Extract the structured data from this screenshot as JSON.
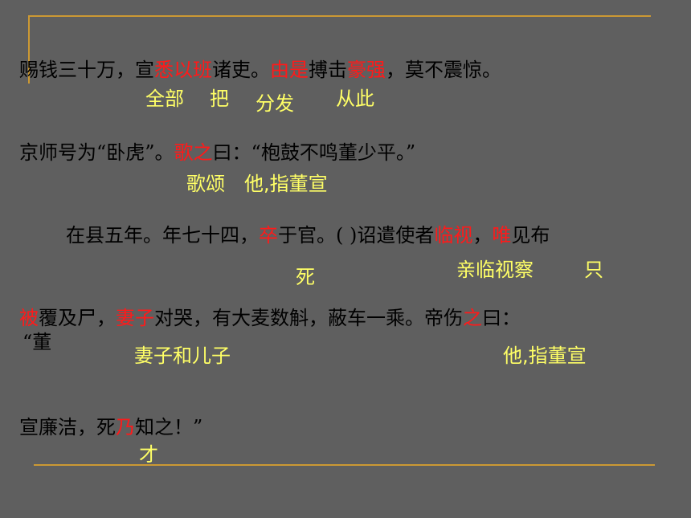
{
  "slide": {
    "line1": {
      "p1": "赐钱三十万，宣",
      "h1": "悉以班",
      "p2": "诸吏。",
      "h2": "由是",
      "p3": "搏击",
      "h3": "豪强",
      "p4": "，莫不震惊。"
    },
    "line1_notes": [
      "全部",
      "把",
      "分发",
      "从此"
    ],
    "line2": {
      "p1": "京师号为“卧虎”。",
      "h1": "歌之",
      "p2": "曰：“枹鼓不鸣董少平。”"
    },
    "line2_notes": [
      "歌颂",
      "他,指董宣"
    ],
    "line3": {
      "p1": "在县五年。年七十四，",
      "h1": "卒",
      "p2": "于官。(  )诏遣使者",
      "h2": "临视",
      "p3": "，",
      "h3": "唯",
      "p4": "见布"
    },
    "line3_notes": [
      "死",
      "亲临视察",
      "只"
    ],
    "line4": {
      "h1": "被",
      "p1": "覆及尸，",
      "h2": "妻子",
      "p2": "对哭，有大麦数斛，蔽车一乘。帝伤",
      "h3": "之",
      "p3": "曰："
    },
    "line4b": "“董",
    "line4_notes": [
      "妻子和儿子",
      "他,指董宣"
    ],
    "line5": {
      "p1": "宣廉洁，死",
      "h1": "乃",
      "p2": "知之！”"
    },
    "line5_notes": [
      "才"
    ]
  },
  "colors": {
    "background": "#5f5f5f",
    "text": "#000000",
    "highlight": "#ff1a1a",
    "annotation": "#ffff66",
    "decor": "#cc9933"
  }
}
